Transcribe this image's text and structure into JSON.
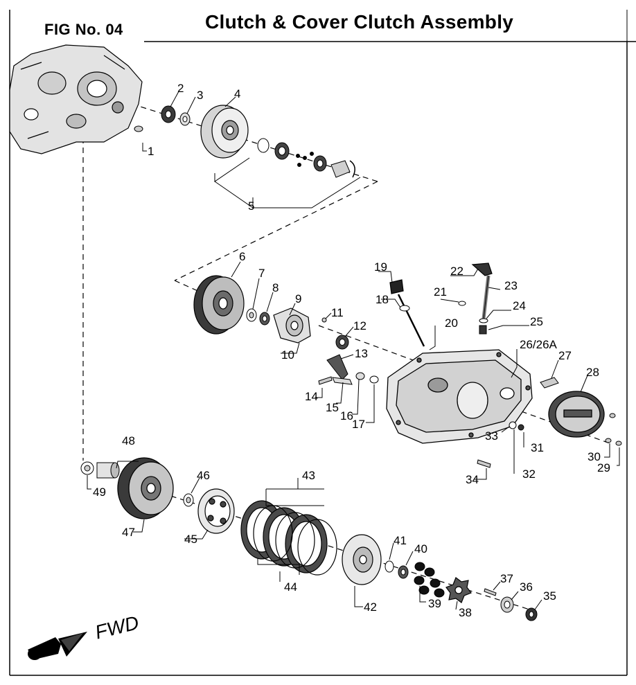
{
  "figure": {
    "number_label": "FIG No. 04",
    "title": "Clutch & Cover Clutch Assembly",
    "direction_label": "FWD"
  },
  "callouts": [
    {
      "id": "c1",
      "label": "1"
    },
    {
      "id": "c2",
      "label": "2"
    },
    {
      "id": "c3",
      "label": "3"
    },
    {
      "id": "c4",
      "label": "4"
    },
    {
      "id": "c5",
      "label": "5"
    },
    {
      "id": "c6",
      "label": "6"
    },
    {
      "id": "c7",
      "label": "7"
    },
    {
      "id": "c8",
      "label": "8"
    },
    {
      "id": "c9",
      "label": "9"
    },
    {
      "id": "c10",
      "label": "10"
    },
    {
      "id": "c11",
      "label": "11"
    },
    {
      "id": "c12",
      "label": "12"
    },
    {
      "id": "c13",
      "label": "13"
    },
    {
      "id": "c14",
      "label": "14"
    },
    {
      "id": "c15",
      "label": "15"
    },
    {
      "id": "c16",
      "label": "16"
    },
    {
      "id": "c17",
      "label": "17"
    },
    {
      "id": "c18",
      "label": "18"
    },
    {
      "id": "c19",
      "label": "19"
    },
    {
      "id": "c20",
      "label": "20"
    },
    {
      "id": "c21",
      "label": "21"
    },
    {
      "id": "c22",
      "label": "22"
    },
    {
      "id": "c23",
      "label": "23"
    },
    {
      "id": "c24",
      "label": "24"
    },
    {
      "id": "c25",
      "label": "25"
    },
    {
      "id": "c26",
      "label": "26/26A"
    },
    {
      "id": "c27",
      "label": "27"
    },
    {
      "id": "c28",
      "label": "28"
    },
    {
      "id": "c29",
      "label": "29"
    },
    {
      "id": "c30",
      "label": "30"
    },
    {
      "id": "c31",
      "label": "31"
    },
    {
      "id": "c32",
      "label": "32"
    },
    {
      "id": "c33",
      "label": "33"
    },
    {
      "id": "c34",
      "label": "34"
    },
    {
      "id": "c35",
      "label": "35"
    },
    {
      "id": "c36",
      "label": "36"
    },
    {
      "id": "c37",
      "label": "37"
    },
    {
      "id": "c38",
      "label": "38"
    },
    {
      "id": "c39",
      "label": "39"
    },
    {
      "id": "c40",
      "label": "40"
    },
    {
      "id": "c41",
      "label": "41"
    },
    {
      "id": "c42",
      "label": "42"
    },
    {
      "id": "c43",
      "label": "43"
    },
    {
      "id": "c44",
      "label": "44"
    },
    {
      "id": "c45",
      "label": "45"
    },
    {
      "id": "c46",
      "label": "46"
    },
    {
      "id": "c47",
      "label": "47"
    },
    {
      "id": "c48",
      "label": "48"
    },
    {
      "id": "c49",
      "label": "49"
    }
  ],
  "colors": {
    "line": "#000000",
    "part_fill": "#d9d9d9",
    "part_dark": "#3a3a3a",
    "background": "#ffffff"
  }
}
